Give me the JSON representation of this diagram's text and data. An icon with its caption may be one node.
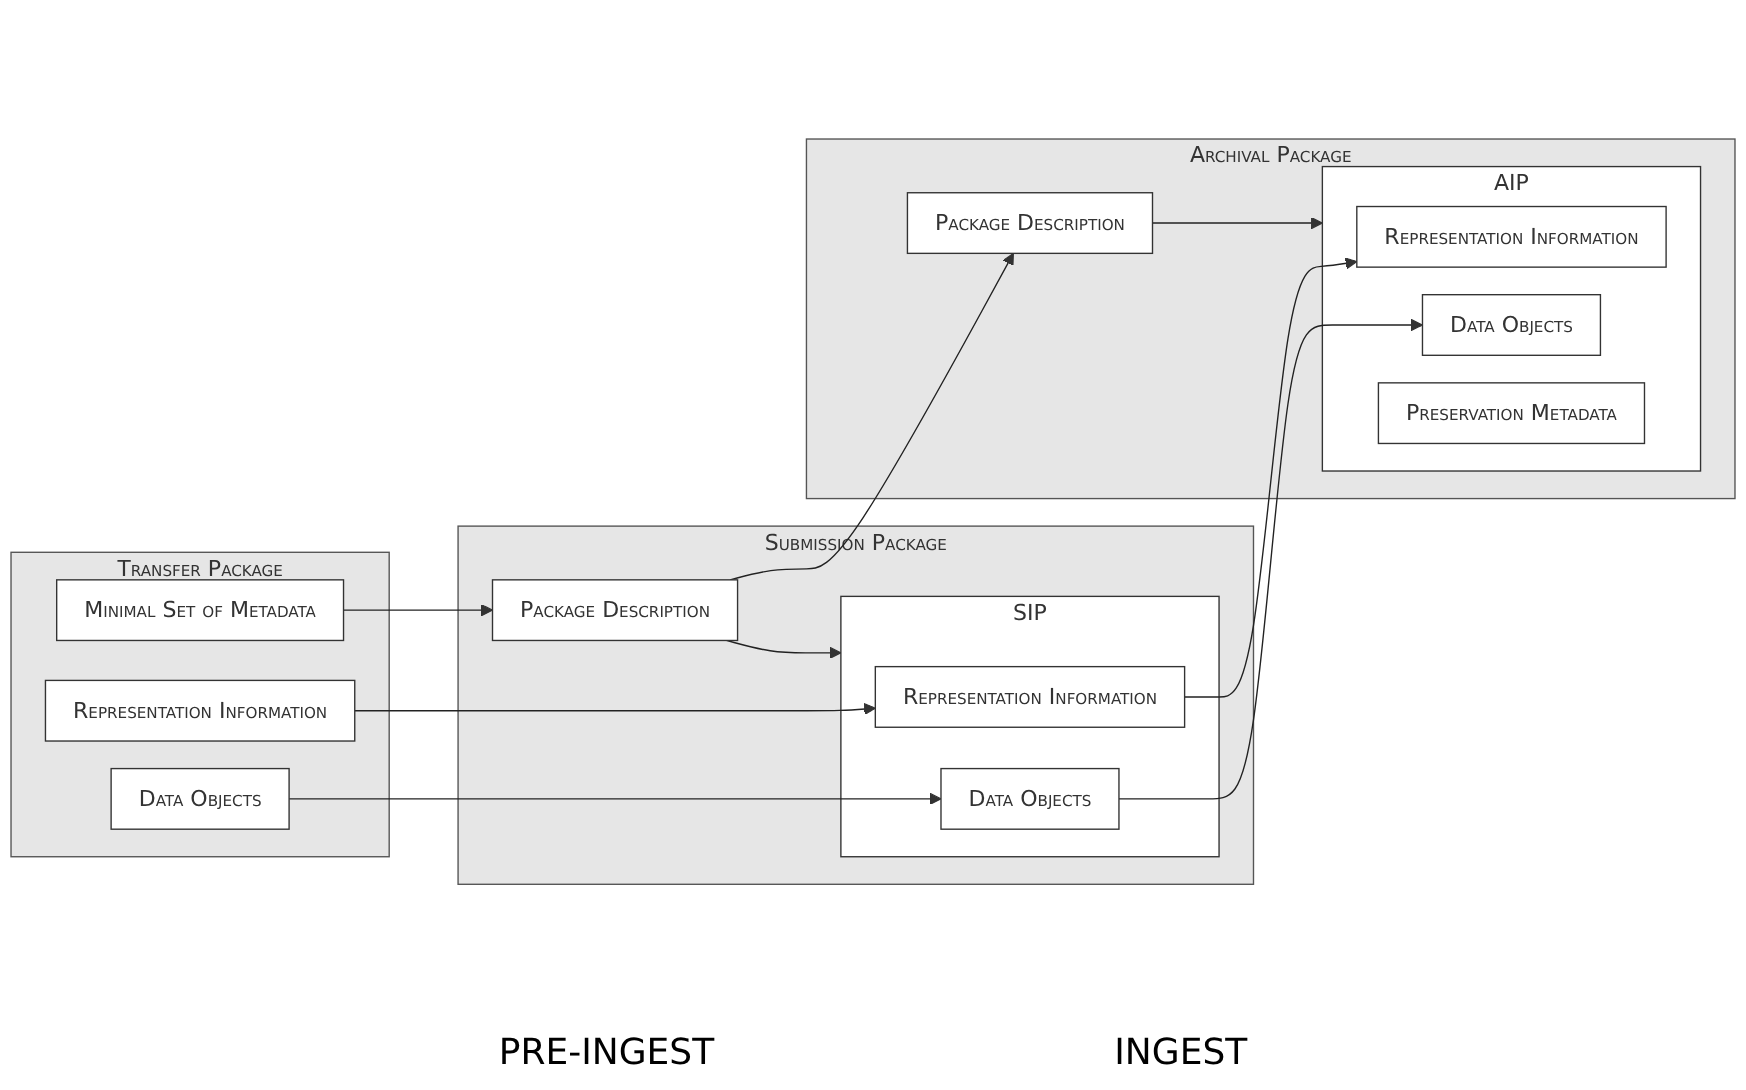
{
  "diagram": {
    "nodes": [
      {
        "text": [
          "Transfer Package"
        ]
      },
      {
        "text": [
          "Minimal Set of Metadata"
        ],
        "in": 0
      },
      {
        "text": [
          "Representation Information"
        ],
        "in": 0
      },
      {
        "text": [
          "Data Objects"
        ],
        "in": 0
      },
      {
        "text": [
          "Submission Package"
        ]
      },
      {
        "text": [
          "Package Description"
        ],
        "in": 4
      },
      {
        "text": [
          "SIP"
        ],
        "in": 4
      },
      {
        "text": [
          "Representation Information"
        ],
        "in": 6
      },
      {
        "text": [
          "Data Objects"
        ],
        "in": 6
      },
      {
        "text": [
          "Archival Package"
        ]
      },
      {
        "text": [
          "Package Description"
        ],
        "in": 9
      },
      {
        "text": [
          "AIP"
        ],
        "in": 9
      },
      {
        "text": [
          "Representation Information"
        ],
        "in": 11
      },
      {
        "text": [
          "Data Objects"
        ],
        "in": 11
      },
      {
        "text": [
          "Preservation Metadata"
        ],
        "in": 11
      }
    ],
    "edges": [
      {
        "from": 1,
        "to": 5,
        "arrow": "to"
      },
      {
        "from": 5,
        "to": 10,
        "arrow": "to"
      },
      {
        "from": 5,
        "to": 6,
        "arrow": "to"
      },
      {
        "from": 10,
        "to": 11,
        "arrow": "to"
      },
      {
        "from": 2,
        "to": 7,
        "arrow": "to"
      },
      {
        "from": 3,
        "to": 8,
        "arrow": "to"
      },
      {
        "from": 7,
        "to": 12,
        "arrow": "to"
      },
      {
        "from": 8,
        "to": 13,
        "arrow": "to"
      }
    ],
    "labels": [
      "PRE-INGEST",
      "INGEST"
    ]
  }
}
